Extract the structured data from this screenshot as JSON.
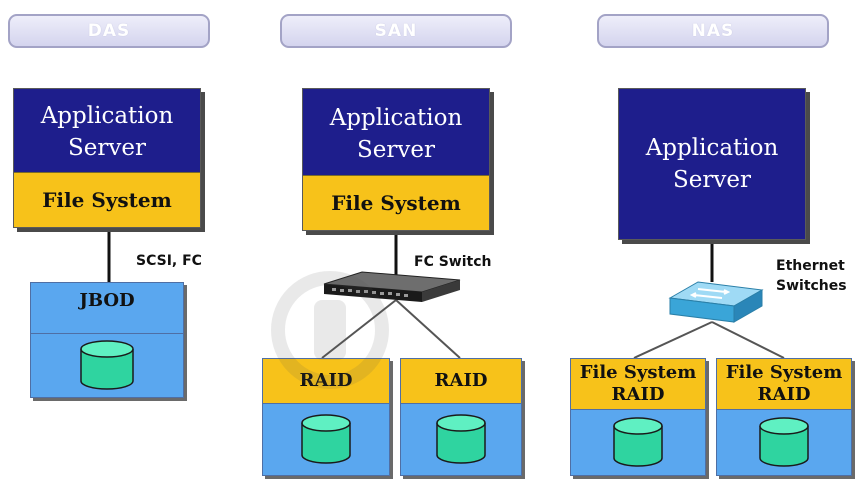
{
  "headers": {
    "das": "DAS",
    "san": "SAN",
    "nas": "NAS"
  },
  "das": {
    "server": {
      "line1": "Application",
      "line2": "Server",
      "fs": "File System"
    },
    "link_label": "SCSI, FC",
    "storage": {
      "label": "JBOD"
    }
  },
  "san": {
    "server": {
      "line1": "Application",
      "line2": "Server",
      "fs": "File System"
    },
    "switch_label": "FC Switch",
    "storage": [
      {
        "label": "RAID"
      },
      {
        "label": "RAID"
      }
    ]
  },
  "nas": {
    "server": {
      "line1": "Application",
      "line2": "Server"
    },
    "switch_label_1": "Ethernet",
    "switch_label_2": "Switches",
    "storage": [
      {
        "line1": "File System",
        "line2": "RAID"
      },
      {
        "line1": "File System",
        "line2": "RAID"
      }
    ]
  },
  "colors": {
    "server_blue": "#1e1e8c",
    "file_system_yellow": "#f7c21a",
    "storage_blue": "#5aa7ef",
    "disk_green": "#2fd4a0",
    "header_border": "#a3a3c6"
  },
  "icons": {
    "fc_switch": "fc-switch-icon",
    "ethernet_switch": "ethernet-switch-icon",
    "disk": "disk-icon",
    "watermark": "watermark-logo-icon"
  }
}
